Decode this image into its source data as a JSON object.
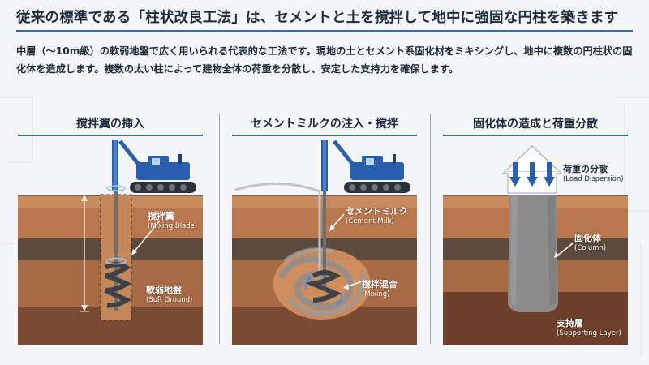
{
  "title": "従来の標準である「柱状改良工法」は、セメントと土を撹拌して地中に強固な円柱を築きます",
  "description": "中層（〜10m級）の軟弱地盤で広く用いられる代表的な工法です。現地の土とセメント系固化材をミキシングし、地中に複数の円柱状の固化体を造成します。複数の太い柱によって建物全体の荷重を分散し、安定した支持力を確保します。",
  "panels": [
    {
      "title": "撹拌翼の挿入",
      "labels": [
        {
          "jp": "撹拌翼",
          "en": "(Mixing Blade)"
        },
        {
          "jp": "軟弱地盤",
          "en": "(Soft Ground)"
        }
      ]
    },
    {
      "title": "セメントミルクの注入・撹拌",
      "labels": [
        {
          "jp": "セメントミルク",
          "en": "(Cement Milk)"
        },
        {
          "jp": "撹拌混合",
          "en": "(Mixing)"
        }
      ]
    },
    {
      "title": "固化体の造成と荷重分散",
      "labels": [
        {
          "jp": "荷重の分散",
          "en": "(Load Dispersion)"
        },
        {
          "jp": "固化体",
          "en": "(Column)"
        },
        {
          "jp": "支持層",
          "en": "(Supporting Layer)"
        }
      ]
    }
  ],
  "colors": {
    "accent": "#2d6fb7",
    "machine": "#2a5fb0",
    "soil_top": "#b9774e",
    "soil_dark": "#5c4a3c",
    "soil_mid": "#a86a45",
    "soil_bottom": "#7a4a32",
    "column": "#8c8c8c"
  }
}
